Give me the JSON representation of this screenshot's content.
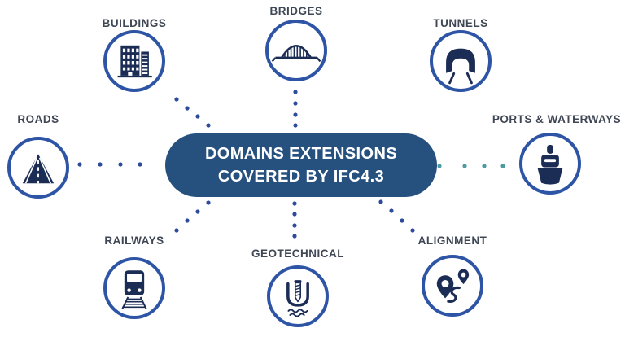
{
  "figure": {
    "type": "hub-and-spoke-diagram",
    "center": {
      "title_line1": "DOMAINS EXTENSIONS",
      "title_line2": "COVERED BY IFC4.3",
      "bg_color": "#26507e",
      "text_color": "#ffffff"
    },
    "colors": {
      "ring": "#2e55a5",
      "glyph": "#1c2d55",
      "label": "#3f4755",
      "connector_blue": "#2d4b9b",
      "connector_teal": "#4d9aa1",
      "background": "#ffffff"
    },
    "domains": [
      {
        "label": "BUILDINGS",
        "icon": "buildings-icon",
        "position": "top-left",
        "connector": {
          "style": "dotted",
          "color": "#2d4b9b"
        }
      },
      {
        "label": "BRIDGES",
        "icon": "bridge-icon",
        "position": "top-center",
        "connector": {
          "style": "dotted",
          "color": "#2d4b9b"
        }
      },
      {
        "label": "TUNNELS",
        "icon": "tunnel-icon",
        "position": "top-right",
        "connector": null
      },
      {
        "label": "ROADS",
        "icon": "road-icon",
        "position": "middle-left",
        "connector": {
          "style": "dotted",
          "color": "#2d4b9b"
        }
      },
      {
        "label": "PORTS & WATERWAYS",
        "icon": "ship-icon",
        "position": "middle-right",
        "connector": {
          "style": "dotted",
          "color": "#4d9aa1"
        }
      },
      {
        "label": "RAILWAYS",
        "icon": "train-icon",
        "position": "bottom-left",
        "connector": {
          "style": "dotted",
          "color": "#2d4b9b"
        }
      },
      {
        "label": "GEOTECHNICAL",
        "icon": "auger-icon",
        "position": "bottom-center",
        "connector": {
          "style": "dotted",
          "color": "#2d4b9b"
        }
      },
      {
        "label": "ALIGNMENT",
        "icon": "map-pins-icon",
        "position": "bottom-right",
        "connector": {
          "style": "dotted",
          "color": "#2d4b9b"
        }
      }
    ]
  }
}
